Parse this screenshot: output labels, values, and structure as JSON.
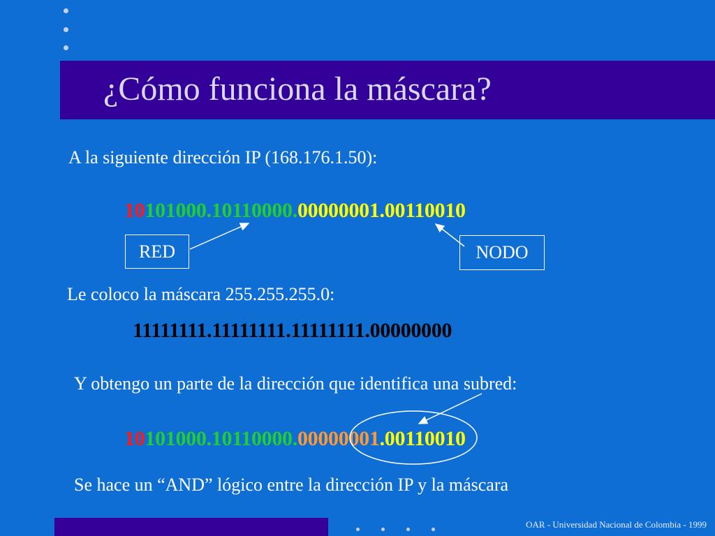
{
  "slide": {
    "title": "¿Cómo funciona la máscara?",
    "intro": "A la siguiente dirección IP (168.176.1.50):",
    "ip_binary": {
      "red_part": "10",
      "green_part": "101000.10110000.",
      "yellow_part": "00000001.00110010"
    },
    "label_red": "RED",
    "label_nodo": "NODO",
    "mask_text": "Le coloco la máscara 255.255.255.0:",
    "mask_binary": "11111111.11111111.11111111.00000000",
    "subnet_text": "Y obtengo un parte de la dirección que identifica una subred:",
    "result_binary": {
      "red_part": "10",
      "green_part": "101000.10110000.",
      "orange_part": "00000001",
      "yellow_part": ".00110010"
    },
    "and_text": "Se hace un “AND” lógico entre la dirección IP y la máscara",
    "footer": "OAR - Universidad Nacional de Colombia - 1999"
  },
  "colors": {
    "background": "#0f6ed4",
    "title_bar": "#330099",
    "network_bits": "#ff1a1a",
    "subnet_bits": "#22cc33",
    "host_bits": "#ffff00",
    "highlight": "#ff9933"
  }
}
